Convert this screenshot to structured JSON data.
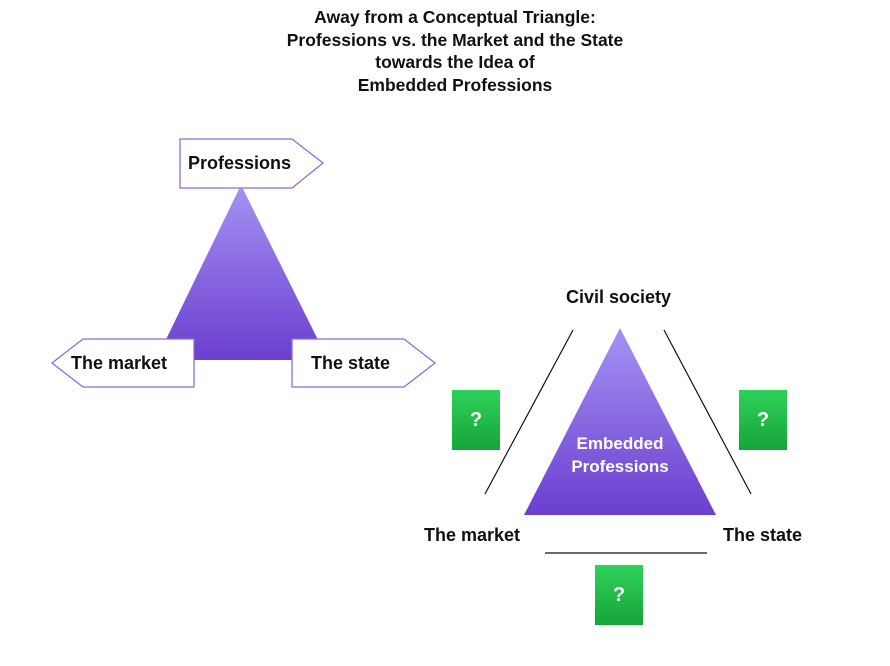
{
  "title": {
    "line1": "Away from a Conceptual Triangle:",
    "line2": "Professions vs. the Market and the State",
    "line3": "towards the Idea of",
    "line4": "Embedded Professions"
  },
  "left_diagram": {
    "top_label": "Professions",
    "left_label": "The market",
    "right_label": "The state"
  },
  "right_diagram": {
    "top_label": "Civil society",
    "left_label": "The market",
    "right_label": "The state",
    "center_label_line1": "Embedded",
    "center_label_line2": "Professions",
    "question_mark": "?"
  },
  "colors": {
    "triangle_top": "#a592f3",
    "triangle_bottom": "#6b3fcf",
    "arrow_border": "#8a6fd6",
    "question_box": "#20b948"
  }
}
